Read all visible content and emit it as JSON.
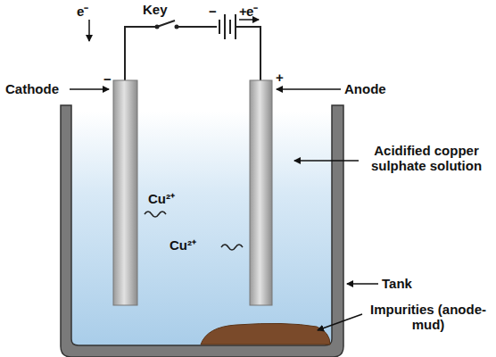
{
  "diagram": {
    "labels": [
      "Key",
      "−",
      "+",
      "e⁻",
      "e⁻",
      "Cathode",
      "−",
      "+",
      "Anode",
      "Acidified copper sulphate solution",
      "Cu²⁺",
      "Cu²⁺",
      "Tank",
      "Impurities (anode-mud)"
    ]
  }
}
